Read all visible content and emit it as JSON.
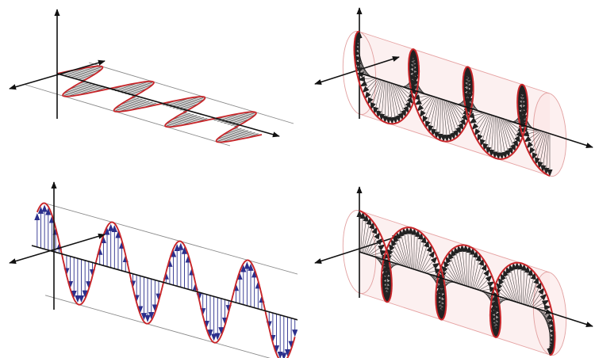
{
  "figure": {
    "kind": "electromagnetic wave polarization illustrations",
    "panels": [
      {
        "id": "linear-horizontal",
        "polarization": "linear",
        "plane": "horizontal",
        "cycles": 4
      },
      {
        "id": "circular-right",
        "polarization": "circular",
        "handedness": "right",
        "turns": 3.5
      },
      {
        "id": "linear-vertical",
        "polarization": "linear",
        "plane": "vertical",
        "cycles": 4
      },
      {
        "id": "circular-left",
        "polarization": "circular",
        "handedness": "left",
        "turns": 3.5
      }
    ]
  },
  "colors": {
    "wave_curve": "#c8262a",
    "field_vector_linear": "#2b2f8c",
    "field_vector_circular": "#222222",
    "axis": "#111111",
    "guide_line": "#8a8a8a",
    "shading_gray": "#9a9a9a",
    "cylinder_tint": "#f6c9c9"
  }
}
